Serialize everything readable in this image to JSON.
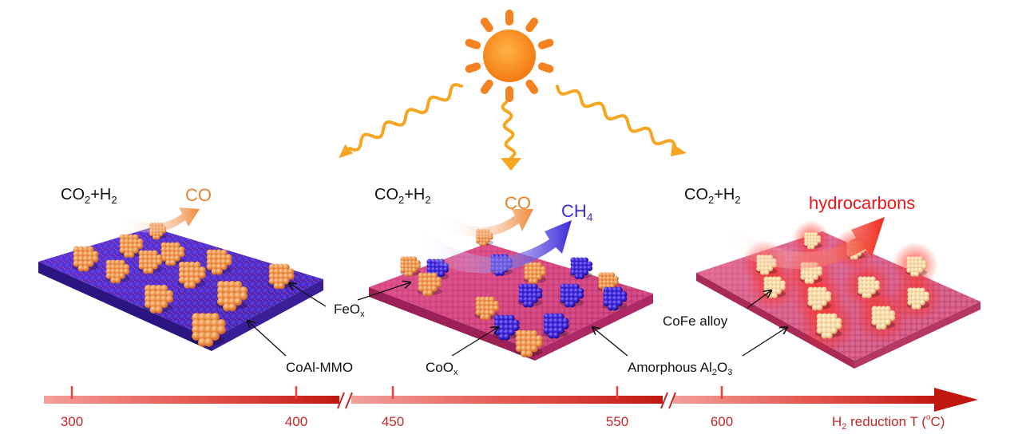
{
  "panels": [
    {
      "reactant": "CO",
      "reactant_sub": "2",
      "reactant_tail": "+H",
      "reactant_sub2": "2",
      "products": [
        {
          "text": "CO",
          "sub": "",
          "color": "#e8832a"
        }
      ],
      "catalyst_label": "CoAl-MMO",
      "particle_label": "FeO",
      "particle_label_sub": "x"
    },
    {
      "reactant": "CO",
      "reactant_sub": "2",
      "reactant_tail": "+H",
      "reactant_sub2": "2",
      "products": [
        {
          "text": "CO",
          "sub": "",
          "color": "#e8832a"
        },
        {
          "text": "CH",
          "sub": "4",
          "color": "#3a2bd6"
        }
      ],
      "catalyst_label": "CoO",
      "catalyst_label_sub": "x",
      "support_label": "Amorphous Al",
      "support_label_sub": "2",
      "support_label_tail": "O",
      "support_label_sub2": "3"
    },
    {
      "reactant": "CO",
      "reactant_sub": "2",
      "reactant_tail": "+H",
      "reactant_sub2": "2",
      "products": [
        {
          "text": "hydrocarbons",
          "sub": "",
          "color": "#e8171b"
        }
      ],
      "particle_label": "CoFe alloy"
    }
  ],
  "axis": {
    "ticks": [
      "300",
      "400",
      "450",
      "550",
      "600"
    ],
    "label": "H",
    "label_sub": "2",
    "label_tail": " reduction T (",
    "label_deg": "o",
    "label_end": "C)"
  },
  "colors": {
    "sun": "#f58220",
    "wave": "#f5a623",
    "axis": "#e8453c",
    "axis_dark": "#c81e1e",
    "tick_text": "#c0282a",
    "co": "#e8832a",
    "ch4": "#3a2bd6",
    "hc": "#e8171b"
  }
}
